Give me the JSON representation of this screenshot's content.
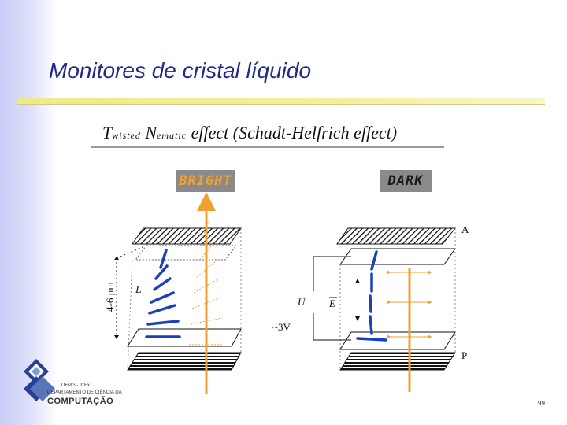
{
  "slide": {
    "title": "Monitores de cristal líquido",
    "page_number": "99"
  },
  "subtitle": {
    "part1_big": "T",
    "part1_small": "wisted",
    "part2_big": " N",
    "part2_small": "ematic",
    "rest": " effect (Schadt-Helfrich effect)"
  },
  "panels": {
    "bright_label": "BRIGHT",
    "dark_label": "DARK"
  },
  "diagram_labels": {
    "thickness": "4-6 μm",
    "director": "L",
    "voltage_symbol": "U",
    "field_symbol": "E",
    "voltage_value": "~3V",
    "analyzer": "A",
    "polarizer": "P"
  },
  "logo": {
    "line1": "UFMG - ICEx",
    "line2": "DEPARTAMENTO DE CIÊNCIA DA",
    "line3": "COMPUTAÇÃO"
  },
  "colors": {
    "title": "#1f2a8a",
    "light_ray": "#f0a030",
    "molecules": "#1a3fbf"
  }
}
